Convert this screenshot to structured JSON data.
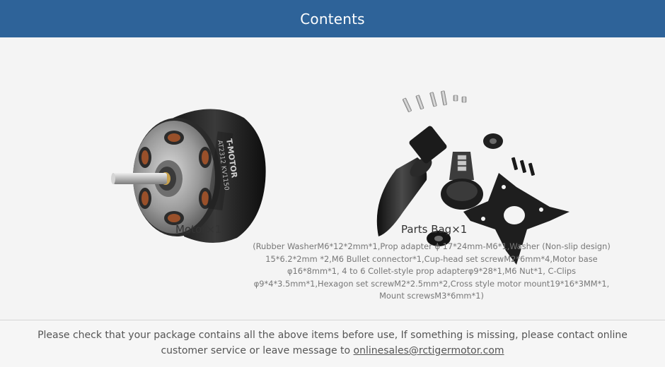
{
  "header": {
    "title": "Contents"
  },
  "motor": {
    "caption": "Motor×1",
    "brand_label": "T-MOTOR",
    "model_label": "AT2312 KV1150"
  },
  "parts": {
    "caption": "Parts Bag×1",
    "detail": "(Rubber WasherM6*12*2mm*1,Prop adapter ϕ 17*24mm-M6*1,Washer (Non-slip design) 15*6.2*2mm *2,M6 Bullet connector*1,Cup-head set screwM2*6mm*4,Motor base φ16*8mm*1, 4 to 6 Collet-style prop adapterφ9*28*1,M6 Nut*1, C-Clips φ9*4*3.5mm*1,Hexagon set screwM2*2.5mm*2,Cross style motor mount19*16*3MM*1, Mount screwsM3*6mm*1)"
  },
  "footer": {
    "text": "Please check that your package contains all the above items before use, If something is missing, please contact online customer service or leave message to",
    "email": "onlinesales@rctigermotor.com"
  },
  "colors": {
    "header_bg": "#2e6399",
    "body_bg": "#f4f4f4"
  }
}
